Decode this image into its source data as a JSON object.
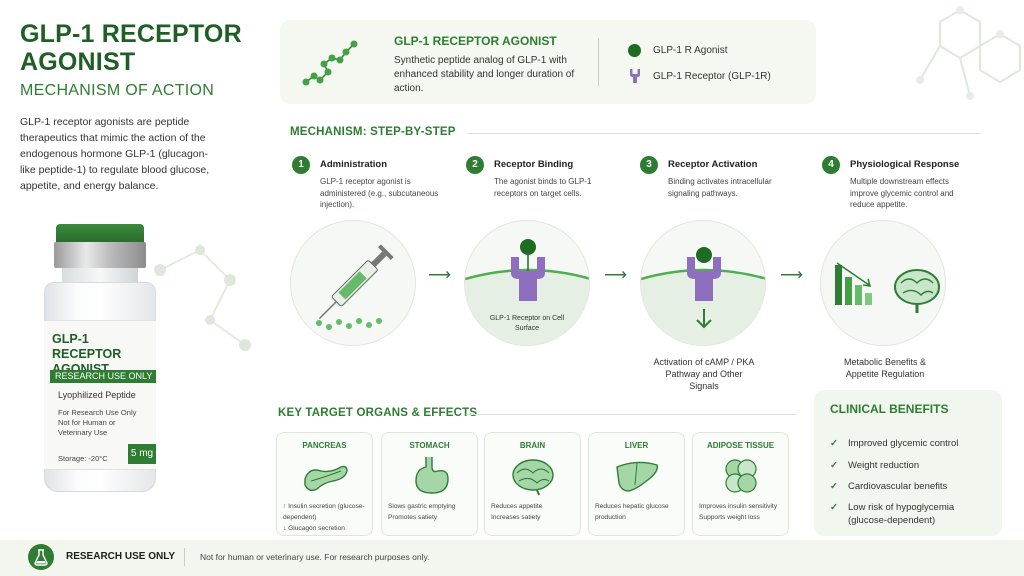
{
  "page": {
    "title": "GLP-1 RECEPTOR AGONIST",
    "subtitle": "MECHANISM OF ACTION",
    "intro": "GLP-1 receptor agonists are peptide therapeutics that mimic the action of the endogenous hormone GLP-1 (glucagon-like peptide-1) to regulate blood glucose, appetite, and energy balance."
  },
  "vial": {
    "name": "GLP-1 RECEPTOR AGONIST",
    "band": "RESEARCH USE ONLY",
    "peptide": "Lyophilized Peptide",
    "note": "For Research Use Only Not for Human or Veterinary Use",
    "storage": "Storage: -20°C",
    "dose": "5 mg"
  },
  "header": {
    "title": "GLP-1 RECEPTOR AGONIST",
    "description": "Synthetic peptide analog of GLP-1 with enhanced stability and longer duration of action.",
    "legend": [
      {
        "label": "GLP-1 R Agonist",
        "icon": "green-dot-icon"
      },
      {
        "label": "GLP-1 Receptor (GLP-1R)",
        "icon": "receptor-y-icon"
      }
    ]
  },
  "mechanism": {
    "title": "MECHANISM: STEP-BY-STEP",
    "steps": [
      {
        "num": "1",
        "title": "Administration",
        "desc": "GLP-1 receptor agonist is administered (e.g., subcutaneous injection)."
      },
      {
        "num": "2",
        "title": "Receptor Binding",
        "desc": "The agonist binds to GLP-1 receptors on target cells."
      },
      {
        "num": "3",
        "title": "Receptor Activation",
        "desc": "Binding activates intracellular signaling pathways."
      },
      {
        "num": "4",
        "title": "Physiological Response",
        "desc": "Multiple downstream effects improve glycemic control and reduce appetite."
      }
    ],
    "receptor_label": "GLP-1 Receptor on Cell Surface",
    "activation_caption": "Activation of cAMP / PKA Pathway and Other Signals",
    "response_caption": "Metabolic Benefits & Appetite Regulation"
  },
  "organs": {
    "title": "KEY TARGET ORGANS & EFFECTS",
    "items": [
      {
        "name": "PANCREAS",
        "effects": [
          "↑ Insulin secretion (glucose-dependent)",
          "↓ Glucagon secretion"
        ]
      },
      {
        "name": "STOMACH",
        "effects": [
          "Slows gastric emptying",
          "Promotes satiety"
        ]
      },
      {
        "name": "BRAIN",
        "effects": [
          "Reduces appetite",
          "Increases satiety"
        ]
      },
      {
        "name": "LIVER",
        "effects": [
          "Reduces hepatic glucose production"
        ]
      },
      {
        "name": "ADIPOSE TISSUE",
        "effects": [
          "Improves insulin sensitivity",
          "Supports weight loss"
        ]
      }
    ]
  },
  "clinical": {
    "title": "CLINICAL BENEFITS",
    "items": [
      "Improved glycemic control",
      "Weight reduction",
      "Cardiovascular benefits",
      "Low risk of hypoglycemia (glucose-dependent)"
    ]
  },
  "footer": {
    "title": "RESEARCH USE ONLY",
    "note": "Not for human or veterinary use. For research purposes only."
  },
  "colors": {
    "primary": "#2e7d32",
    "dark": "#1f5e24",
    "receptor": "#8e6fbf",
    "panel": "#f4f8f1"
  }
}
